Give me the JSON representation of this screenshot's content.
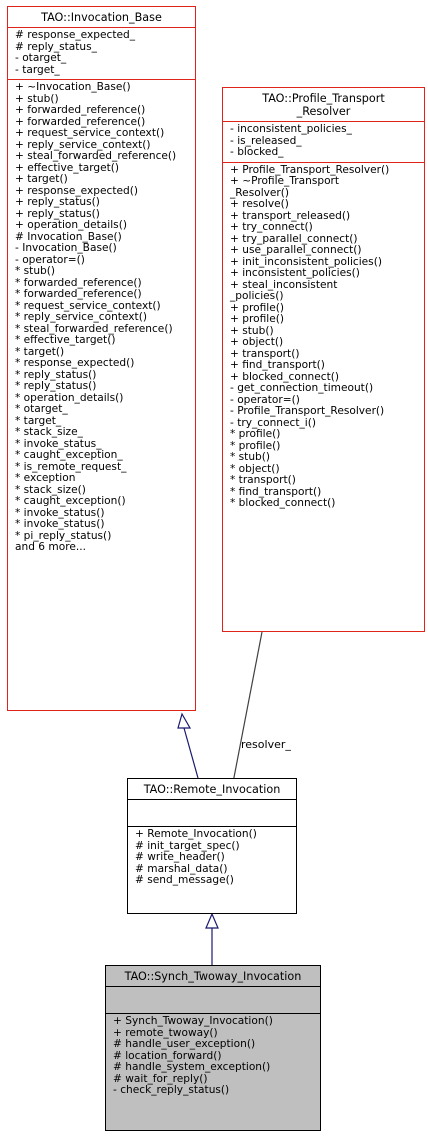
{
  "classes": {
    "invocation_base": {
      "title": "TAO::Invocation_Base",
      "attributes": [
        "# response_expected_",
        "# reply_status_",
        "- otarget_",
        "- target_"
      ],
      "operations": [
        "+ ~Invocation_Base()",
        "+ stub()",
        "+ forwarded_reference()",
        "+ forwarded_reference()",
        "+ request_service_context()",
        "+ reply_service_context()",
        "+ steal_forwarded_reference()",
        "+ effective_target()",
        "+ target()",
        "+ response_expected()",
        "+ reply_status()",
        "+ reply_status()",
        "+ operation_details()",
        "# Invocation_Base()",
        "- Invocation_Base()",
        "- operator=()",
        "* stub()",
        "* forwarded_reference()",
        "* forwarded_reference()",
        "* request_service_context()",
        "* reply_service_context()",
        "* steal_forwarded_reference()",
        "* effective_target()",
        "* target()",
        "* response_expected()",
        "* reply_status()",
        "* reply_status()",
        "* operation_details()",
        "* otarget_",
        "* target_",
        "* stack_size_",
        "* invoke_status_",
        "* caught_exception_",
        "* is_remote_request_",
        "* exception",
        "* stack_size()",
        "* caught_exception()",
        "* invoke_status()",
        "* invoke_status()",
        "* pi_reply_status()",
        "and 6 more..."
      ]
    },
    "profile_transport_resolver": {
      "title": "TAO::Profile_Transport\n_Resolver",
      "attributes": [
        "- inconsistent_policies_",
        "- is_released_",
        "- blocked_"
      ],
      "operations": [
        "+ Profile_Transport_Resolver()",
        "+ ~Profile_Transport",
        "_Resolver()",
        "+ resolve()",
        "+ transport_released()",
        "+ try_connect()",
        "+ try_parallel_connect()",
        "+ use_parallel_connect()",
        "+ init_inconsistent_policies()",
        "+ inconsistent_policies()",
        "+ steal_inconsistent",
        "_policies()",
        "+ profile()",
        "+ profile()",
        "+ stub()",
        "+ object()",
        "+ transport()",
        "+ find_transport()",
        "+ blocked_connect()",
        "- get_connection_timeout()",
        "- operator=()",
        "- Profile_Transport_Resolver()",
        "- try_connect_i()",
        "* profile()",
        "* profile()",
        "* stub()",
        "* object()",
        "* transport()",
        "* find_transport()",
        "* blocked_connect()"
      ]
    },
    "remote_invocation": {
      "title": "TAO::Remote_Invocation",
      "attributes": [],
      "operations": [
        "+ Remote_Invocation()",
        "# init_target_spec()",
        "# write_header()",
        "# marshal_data()",
        "# send_message()"
      ]
    },
    "synch_twoway_invocation": {
      "title": "TAO::Synch_Twoway_Invocation",
      "attributes": [],
      "operations": [
        "+ Synch_Twoway_Invocation()",
        "+ remote_twoway()",
        "# handle_user_exception()",
        "# location_forward()",
        "# handle_system_exception()",
        "# wait_for_reply()",
        "- check_reply_status()"
      ]
    }
  },
  "edges": {
    "resolver_label": "resolver_"
  },
  "colors": {
    "base_border": "#e2231a",
    "inherit_arrow": "#191970",
    "composition_line": "#404040",
    "highlight_fill": "#bfbfbf"
  }
}
